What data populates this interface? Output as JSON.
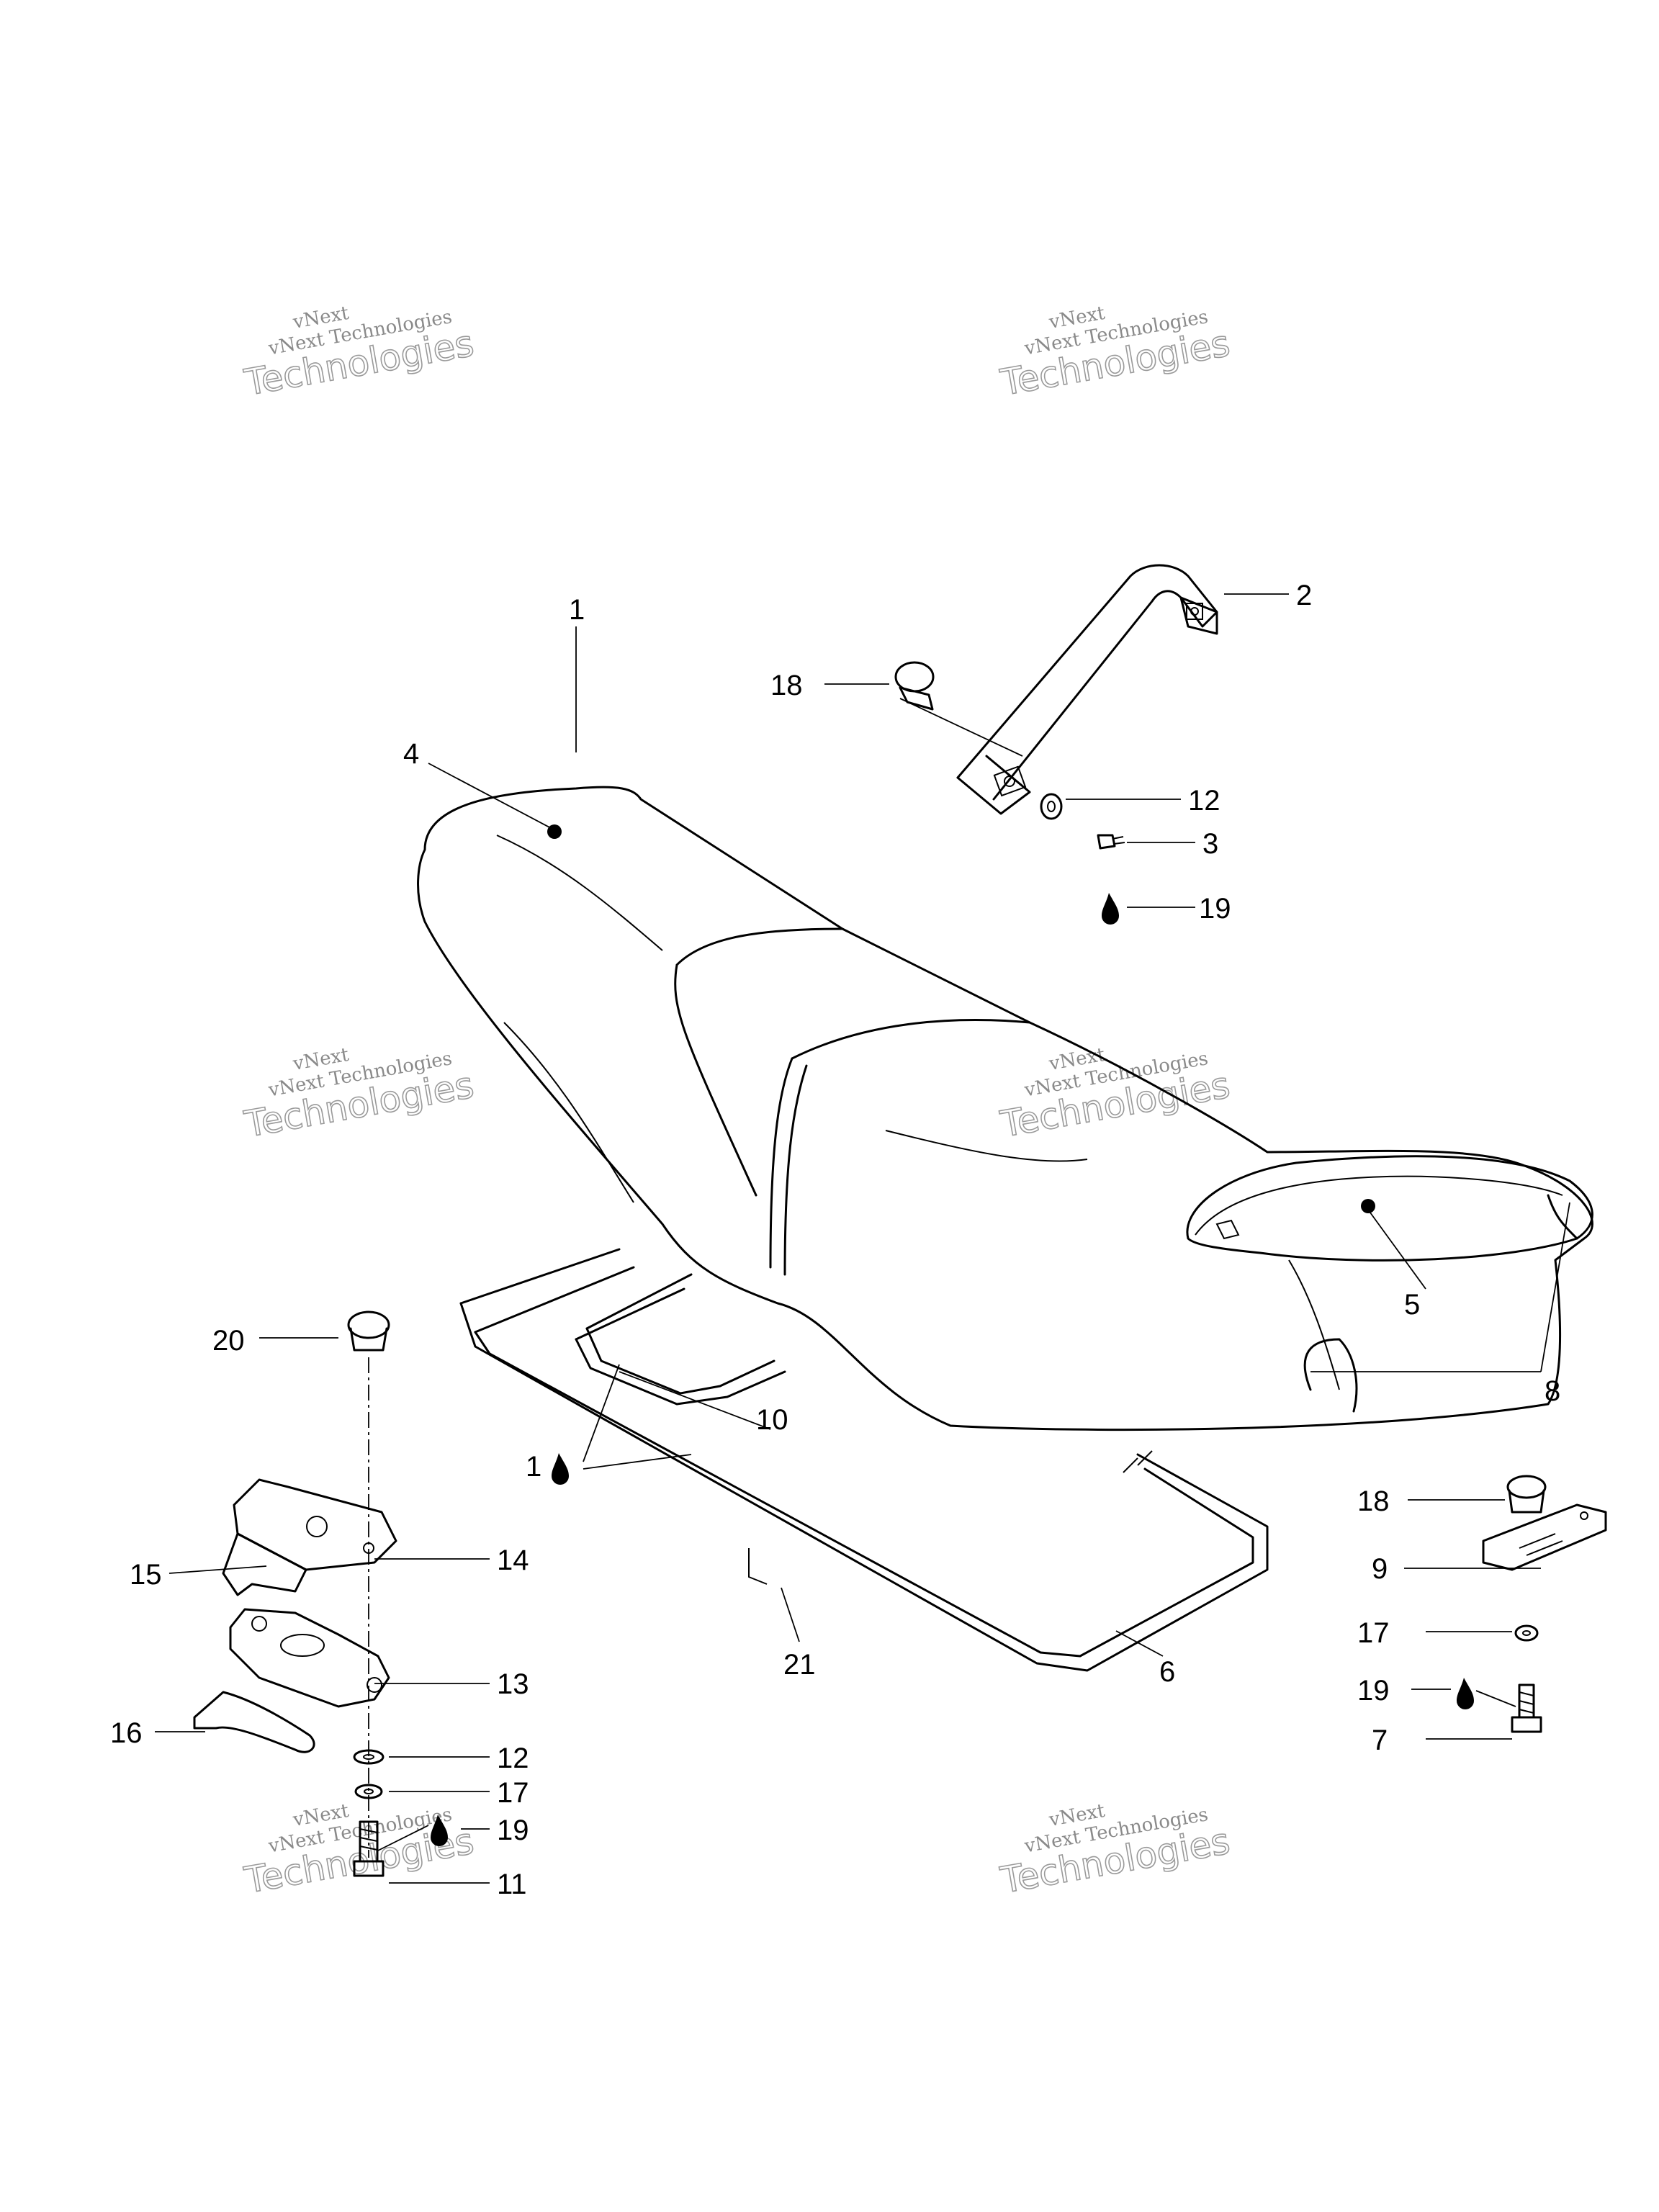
{
  "watermarks": [
    {
      "line1": "vNext",
      "line2": "vNext Technologies",
      "line3": "Technologies"
    },
    {
      "line1": "vNext",
      "line2": "vNext Technologies",
      "line3": "Technologies"
    },
    {
      "line1": "vNext",
      "line2": "vNext Technologies",
      "line3": "Technologies"
    },
    {
      "line1": "vNext",
      "line2": "vNext Technologies",
      "line3": "Technologies"
    },
    {
      "line1": "vNext",
      "line2": "vNext Technologies",
      "line3": "Technologies"
    },
    {
      "line1": "vNext",
      "line2": "vNext Technologies",
      "line3": "Technologies"
    }
  ],
  "callouts": {
    "c1_top": "1",
    "c2": "2",
    "c18_top": "18",
    "c12_top": "12",
    "c3": "3",
    "c19_top": "19",
    "c4": "4",
    "c5": "5",
    "c8": "8",
    "c20": "20",
    "c10": "10",
    "c1_mid": "1",
    "c14": "14",
    "c15": "15",
    "c13": "13",
    "c21": "21",
    "c6": "6",
    "c16": "16",
    "c12_low": "12",
    "c17_low": "17",
    "c19_low": "19",
    "c11": "11",
    "c18_right": "18",
    "c9": "9",
    "c17_right": "17",
    "c19_right": "19",
    "c7": "7"
  }
}
